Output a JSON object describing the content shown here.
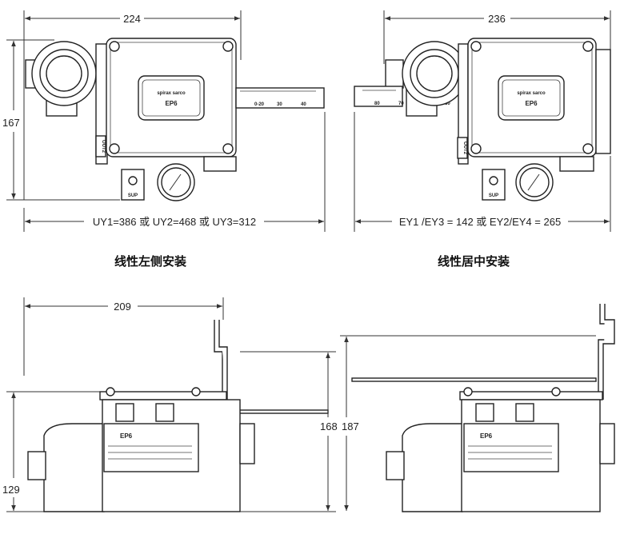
{
  "top_left": {
    "width_dim": "224",
    "height_dim": "167",
    "length_dim": "UY1=386 或 UY2=468 或 UY3=312",
    "caption": "线性左侧安装",
    "scale": [
      "0-20",
      "30",
      "40"
    ],
    "port_out": "OUT2",
    "port_sup": "SUP",
    "model": "EP6",
    "brand": "spirax sarco"
  },
  "top_right": {
    "width_dim": "236",
    "length_dim": "EY1 /EY3 = 142 或 EY2/EY4 = 265",
    "caption": "线性居中安装",
    "scale": [
      "80",
      "70",
      "50"
    ],
    "port_out": "OUT2",
    "port_sup": "SUP",
    "model": "EP6",
    "brand": "spirax sarco"
  },
  "bottom_left": {
    "width_dim": "209",
    "height_dim": "129",
    "model": "EP6"
  },
  "bottom_right": {
    "height_dim_a": "168",
    "height_dim_b": "187",
    "model": "EP6"
  }
}
